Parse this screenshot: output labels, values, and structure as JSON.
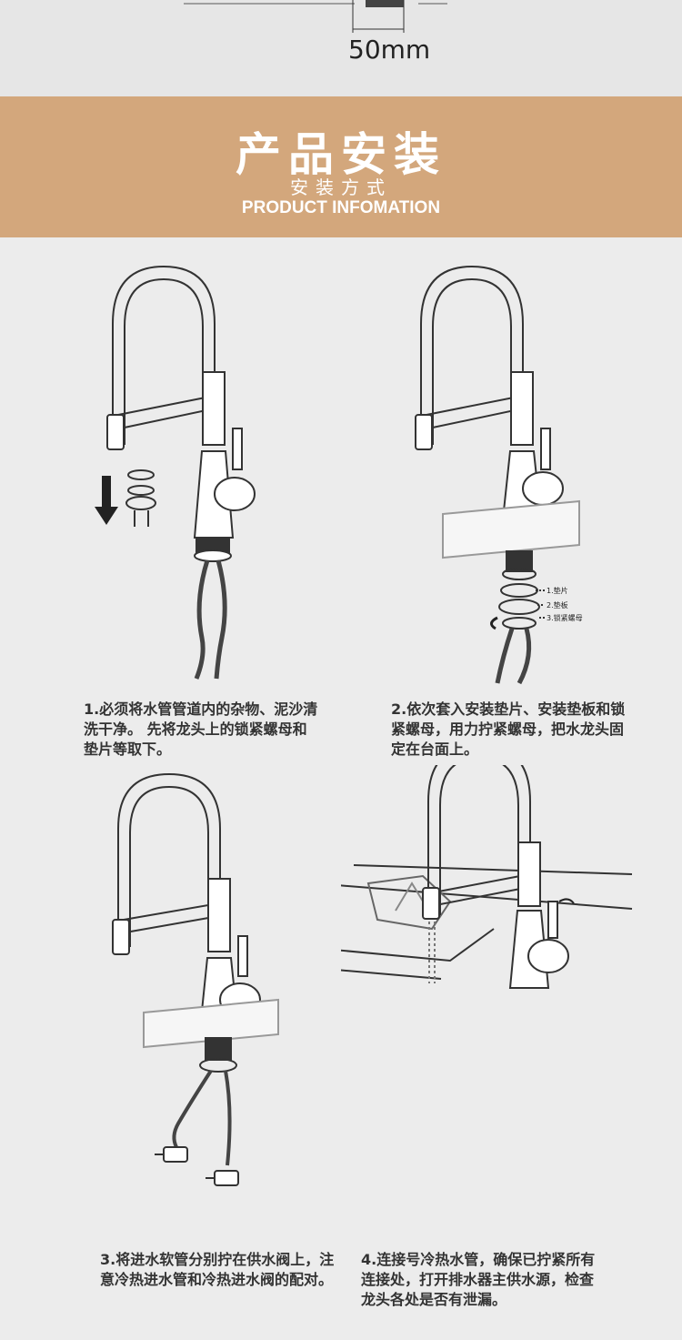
{
  "top": {
    "dimension_label": "50mm"
  },
  "banner": {
    "title": "产品安装",
    "subtitle": "安装方式",
    "english": "PRODUCT INFOMATION"
  },
  "steps": [
    {
      "caption": "1.必须将水管管道内的杂物、泥沙清洗干净。 先将龙头上的锁紧螺母和垫片等取下。"
    },
    {
      "caption": "2.依次套入安装垫片、安装垫板和锁紧螺母，用力拧紧螺母，把水龙头固定在台面上。",
      "labels": [
        "1.垫片",
        "2.垫板",
        "3.锁紧螺母"
      ]
    },
    {
      "caption": "3.将进水软管分别拧在供水阀上，注意冷热进水管和冷热进水阀的配对。"
    },
    {
      "caption": "4.连接号冷热水管，确保已拧紧所有连接处，打开排水器主供水源，检查龙头各处是否有泄漏。"
    }
  ]
}
